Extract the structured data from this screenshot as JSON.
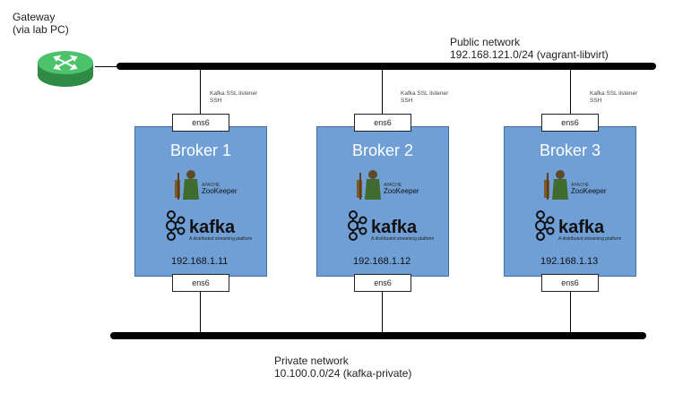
{
  "gateway": {
    "label_line1": "Gateway",
    "label_line2": "(via lab PC)",
    "icon": "router-icon"
  },
  "public_network": {
    "name": "Public network",
    "subnet": "192.168.121.0/24 (vagrant-libvirt)"
  },
  "private_network": {
    "name": "Private network",
    "subnet": "10.100.0.0/24 (kafka-private)"
  },
  "services": {
    "line1": "Kafka SSL listener",
    "line2": "SSH"
  },
  "logos": {
    "zookeeper_small": "APACHE",
    "zookeeper_name": "ZooKeeper",
    "kafka_name": "kafka",
    "kafka_tagline": "A distributed streaming platform"
  },
  "brokers": [
    {
      "name": "Broker 1",
      "ip": "192.168.1.11",
      "nic_top": "ens6",
      "nic_bottom": "ens6"
    },
    {
      "name": "Broker 2",
      "ip": "192.168.1.12",
      "nic_top": "ens6",
      "nic_bottom": "ens6"
    },
    {
      "name": "Broker 3",
      "ip": "192.168.1.13",
      "nic_top": "ens6",
      "nic_bottom": "ens6"
    }
  ],
  "colors": {
    "broker_fill": "#6f9fd5",
    "router_green": "#3aa856",
    "bus": "#000000"
  }
}
